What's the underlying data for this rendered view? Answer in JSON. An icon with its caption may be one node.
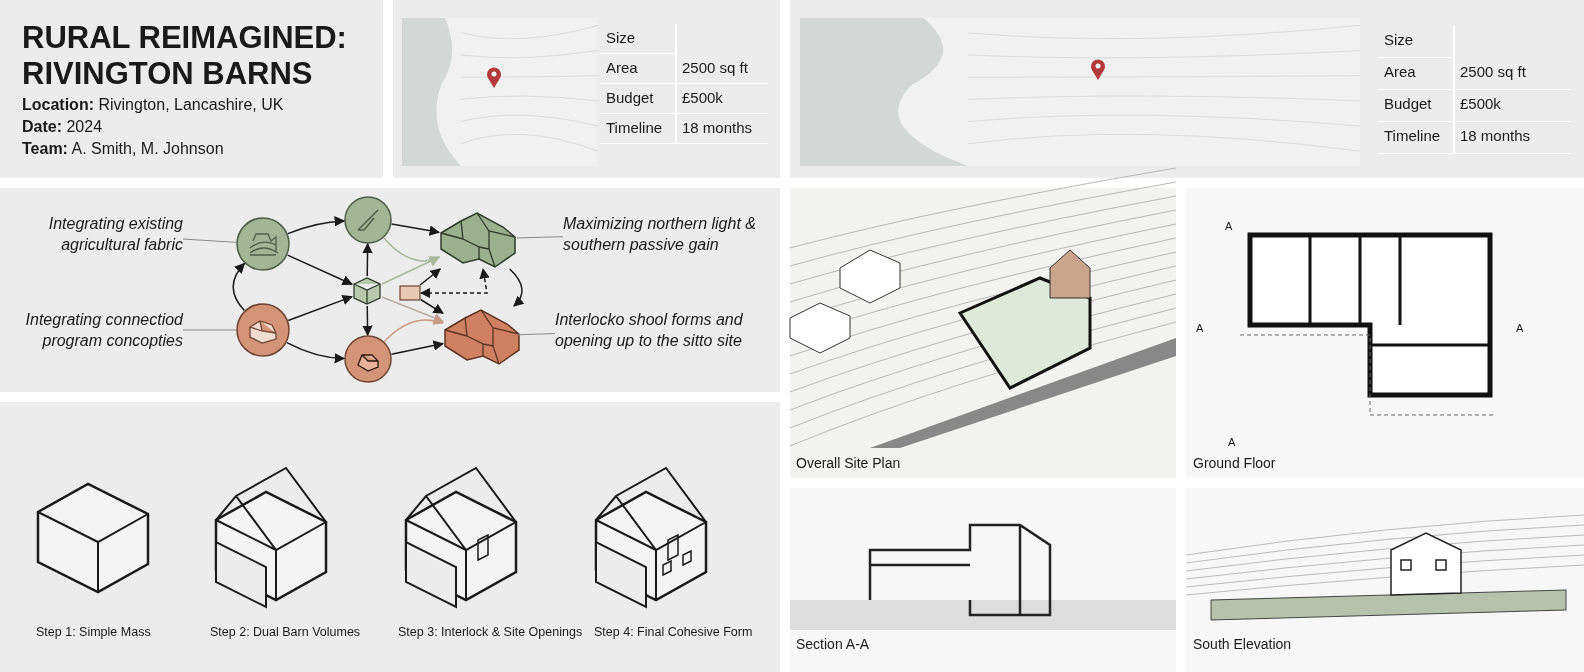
{
  "diagram": {
    "title": "RURAL REIMAGINED: RIVINGTON BARNS",
    "nodes": [
      {
        "text": [
          "Integrating existing agricultural fabric"
        ]
      },
      {
        "text": [
          "Integrating connectiod program concopties"
        ]
      },
      {
        "text": [
          "Maximizing northern light & southern passive gain"
        ]
      },
      {
        "text": [
          "Interlocko shool forms and opening up to the sitto site"
        ]
      },
      {
        "text": [],
        "shape": "circle"
      },
      {
        "text": [],
        "shape": "circle"
      },
      {
        "text": [],
        "shape": "circle"
      },
      {
        "text": [],
        "shape": "box"
      },
      {
        "text": [],
        "shape": "box"
      },
      {
        "text": [],
        "shape": "circle"
      },
      {
        "text": [],
        "shape": "picture"
      },
      {
        "text": [],
        "shape": "picture"
      }
    ],
    "edges": [
      {
        "from": 0,
        "to": 4,
        "arrow": "none",
        "color": "#8a8a8a"
      },
      {
        "from": 1,
        "to": 5,
        "arrow": "none",
        "color": "#8a8a8a"
      },
      {
        "from": 2,
        "to": 10,
        "arrow": "none",
        "color": "#8a8a8a"
      },
      {
        "from": 3,
        "to": 11,
        "arrow": "none",
        "color": "#8a8a8a"
      },
      {
        "from": 5,
        "to": 4,
        "arrow": "to"
      },
      {
        "from": 4,
        "to": 6,
        "arrow": "to"
      },
      {
        "from": 4,
        "to": 7,
        "arrow": "to"
      },
      {
        "from": 5,
        "to": 7,
        "arrow": "to"
      },
      {
        "from": 5,
        "to": 9,
        "arrow": "to"
      },
      {
        "from": 7,
        "to": 6,
        "arrow": "to"
      },
      {
        "from": 7,
        "to": 9,
        "arrow": "to"
      },
      {
        "from": 6,
        "to": 10,
        "arrow": "to"
      },
      {
        "from": 9,
        "to": 11,
        "arrow": "to"
      },
      {
        "from": 8,
        "to": 10,
        "arrow": "to"
      },
      {
        "from": 8,
        "to": 11,
        "arrow": "to"
      },
      {
        "from": 7,
        "to": 10,
        "arrow": "to",
        "color": "#a9b79c"
      },
      {
        "from": 7,
        "to": 11,
        "arrow": "to",
        "color": "#b9aea4"
      },
      {
        "from": 6,
        "to": 10,
        "arrow": "to",
        "color": "#a9b79c"
      },
      {
        "from": 9,
        "to": 11,
        "arrow": "to",
        "color": "#c99a84"
      },
      {
        "from": 10,
        "to": 11,
        "arrow": "to"
      },
      {
        "from": 8,
        "to": 10,
        "arrow": "both",
        "style": "dashed"
      }
    ],
    "labels": [
      "**Location:** Rivington, Lancashire, UK",
      "**Date:** 2024",
      "**Team:** A. Smith, M. Johnson",
      "Size",
      "Area",
      "2500 sq ft",
      "Budget",
      "£500k",
      "Timeline",
      "18 months",
      "Size",
      "Area",
      "2500 sq ft",
      "Budget",
      "£500k",
      "Timeline",
      "18 months",
      "A",
      "A",
      "A",
      "A",
      "Overall Site Plan",
      "Ground Floor",
      "Step 1: Simple Mass",
      "Step 2: Dual Barn Volumes",
      "Step 3: Interlock & Site Openings",
      "Step 4: Final Cohesive Form",
      "Section A-A",
      "South Elevation"
    ]
  }
}
